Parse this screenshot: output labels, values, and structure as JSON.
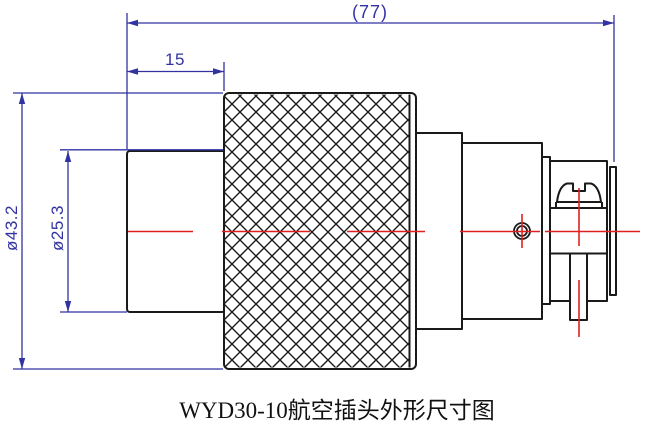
{
  "drawing": {
    "title": "WYD30-10航空插头外形尺寸图",
    "dimensions": {
      "overall_length": "(77)",
      "knurl_offset": "15",
      "body_diameter": "ø43.2",
      "front_diameter": "ø25.3"
    },
    "colors": {
      "outline": "#1a1a1a",
      "centerline_red": "#e02020",
      "dimension_blue": "#3232a2",
      "background": "#ffffff"
    }
  }
}
